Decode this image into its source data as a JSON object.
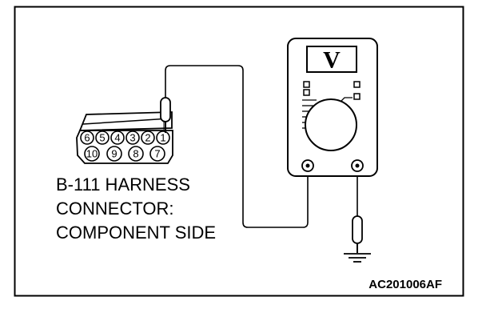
{
  "diagram": {
    "connector": {
      "top_row_pins": [
        "6",
        "5",
        "4",
        "3",
        "2",
        "1"
      ],
      "bottom_row_pins": [
        "10",
        "9",
        "8",
        "7"
      ]
    },
    "caption_lines": [
      "B-111 HARNESS",
      "CONNECTOR:",
      "COMPONENT SIDE"
    ],
    "meter": {
      "display_label": "V"
    },
    "figure_id": "AC201006AF",
    "colors": {
      "line": "#000000",
      "background": "#ffffff"
    },
    "icons": [
      "probe-icon",
      "ground-symbol-icon",
      "voltmeter-icon"
    ]
  }
}
